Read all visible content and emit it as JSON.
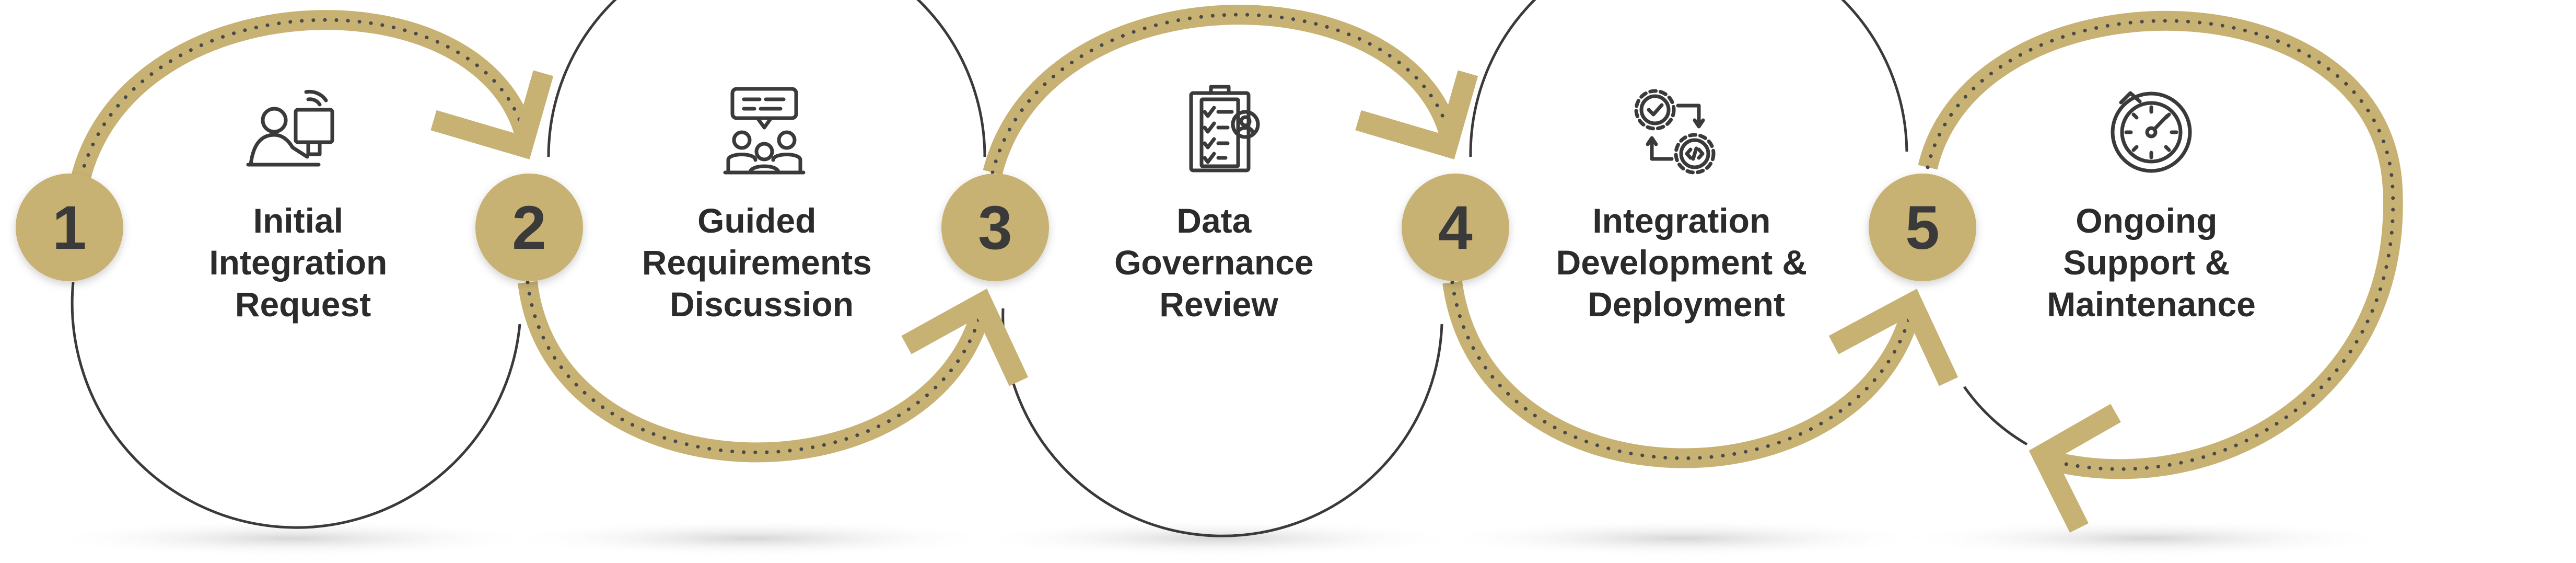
{
  "colors": {
    "accent": "#C8B273",
    "line": "#3a3a3a",
    "text": "#2b2b2b",
    "number_text": "#3a3a3a",
    "dots": "#4a4a4a",
    "shadow": "#d9d9d9"
  },
  "steps": [
    {
      "number": "1",
      "lines": [
        "Initial",
        "Integration",
        "Request"
      ],
      "icon": "user-at-computer-icon"
    },
    {
      "number": "2",
      "lines": [
        "Guided",
        "Requirements",
        "Discussion"
      ],
      "icon": "team-meeting-icon"
    },
    {
      "number": "3",
      "lines": [
        "Data",
        "Governance",
        "Review"
      ],
      "icon": "checklist-review-icon"
    },
    {
      "number": "4",
      "lines": [
        "Integration",
        "Development &",
        "Deployment"
      ],
      "icon": "gears-code-cycle-icon"
    },
    {
      "number": "5",
      "lines": [
        "Ongoing",
        "Support &",
        "Maintenance"
      ],
      "icon": "stopwatch-gauge-icon"
    }
  ]
}
